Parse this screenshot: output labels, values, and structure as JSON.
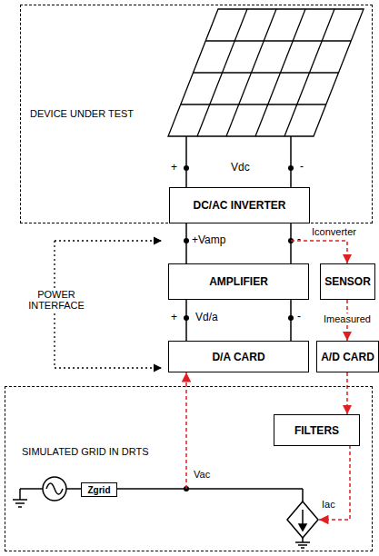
{
  "diagram": {
    "nodes": [
      {
        "text": [
          "DEVICE UNDER TEST"
        ]
      },
      {
        "text": [
          "DC/AC INVERTER"
        ],
        "in": 0
      },
      {
        "text": [
          "AMPLIFIER"
        ]
      },
      {
        "text": [
          "SENSOR"
        ]
      },
      {
        "text": [
          "D/A CARD"
        ]
      },
      {
        "text": [
          "A/D CARD"
        ]
      },
      {
        "text": [
          "SIMULATED GRID IN DRTS"
        ]
      },
      {
        "text": [
          "Zgrid"
        ],
        "in": 6
      },
      {
        "text": [
          "FILTERS"
        ],
        "in": 6
      }
    ],
    "edges": [
      {
        "from": 1,
        "to": 2,
        "arrow": "none"
      },
      {
        "from": 2,
        "to": 4,
        "arrow": "none"
      },
      {
        "from": 3,
        "to": 5,
        "label": "Imeasured",
        "arrow": "to"
      },
      {
        "from": 5,
        "to": 8,
        "arrow": "to"
      },
      {
        "from": 6,
        "to": 4,
        "label": "Vac",
        "arrow": "to"
      }
    ],
    "labels": [
      "+",
      "Vdc",
      "-",
      "+Vamp",
      "-",
      "Iconverter",
      "POWER INTERFACE",
      "+",
      "Vd/a",
      "-",
      "Iac"
    ]
  }
}
